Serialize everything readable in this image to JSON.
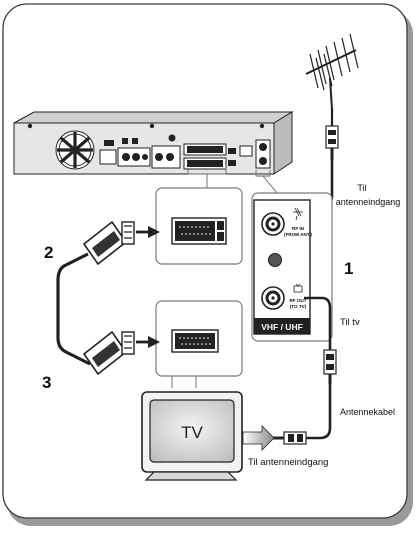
{
  "labels": {
    "til_antenneindgang_top_1": "Til",
    "til_antenneindgang_top_2": "antenneindgang",
    "til_tv": "Til tv",
    "antennekabel": "Antennekabel",
    "til_antenneindgang_bottom": "Til antenneindgang",
    "rf_in_1": "RF IN",
    "rf_in_2": "(FROM ANT.)",
    "rf_out_1": "RF OUT",
    "rf_out_2": "(TO TV)",
    "vhf_uhf": "VHF / UHF",
    "tv": "TV"
  },
  "steps": [
    "1",
    "2",
    "3"
  ]
}
